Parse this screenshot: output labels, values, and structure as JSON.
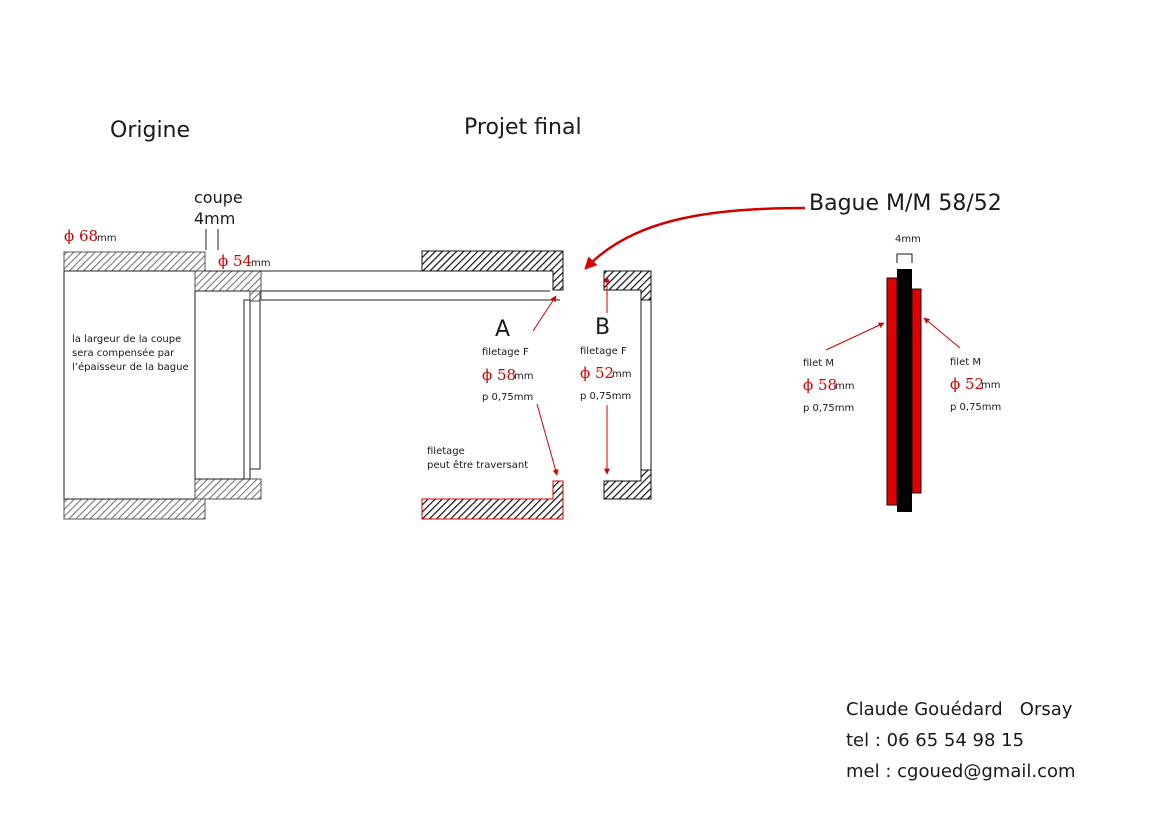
{
  "titles": {
    "origine": "Origine",
    "projet_final": "Projet  final",
    "bague": "Bague M/M 58/52"
  },
  "origine": {
    "coupe_line1": "coupe",
    "coupe_line2": "4mm",
    "phi68": "ϕ 68",
    "phi68_unit": "mm",
    "phi54": "ϕ 54",
    "phi54_unit": "mm",
    "note_line1": "la largeur de la coupe",
    "note_line2": "sera compensée par",
    "note_line3": "l’épaisseur de la bague"
  },
  "projet": {
    "label_a": "A",
    "label_b": "B",
    "a_filetage": "filetage F",
    "a_phi": "ϕ 58",
    "a_unit": "mm",
    "a_pitch": "p 0,75mm",
    "b_filetage": "filetage F",
    "b_phi": "ϕ 52",
    "b_unit": "mm",
    "b_pitch": "p 0,75mm",
    "traversant_line1": "filetage",
    "traversant_line2": "peut être traversant"
  },
  "bague": {
    "width_label": "4mm",
    "left_filet": "filet M",
    "left_phi": "ϕ 58",
    "left_unit": "mm",
    "left_pitch": "p 0,75mm",
    "right_filet": "filet M",
    "right_phi": "ϕ 52",
    "right_unit": "mm",
    "right_pitch": "p 0,75mm"
  },
  "contact": {
    "name": "Claude Gouédard   Orsay",
    "tel": "tel : 06 65 54 98 15",
    "mail": "mel : cgoued@gmail.com"
  },
  "colors": {
    "accent_red": "#d40000",
    "ring_red": "#e00000",
    "ink": "#1a1a1a"
  }
}
